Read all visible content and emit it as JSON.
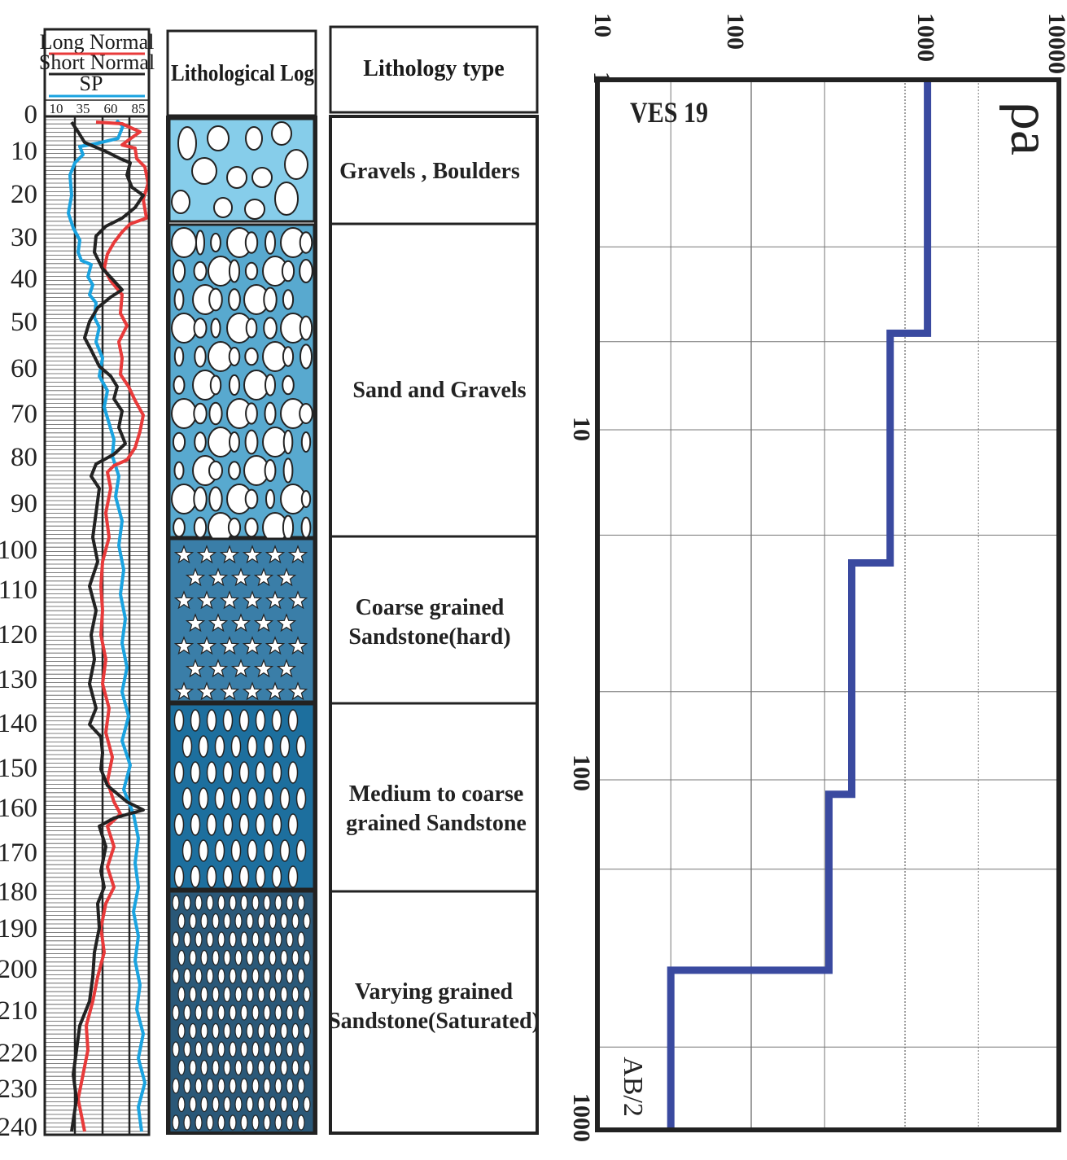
{
  "log_panel": {
    "legend": {
      "long_normal": "Long Normal",
      "short_normal": "Short Normal",
      "sp": "SP"
    },
    "scale_ticks": [
      "10",
      "35",
      "60",
      "85"
    ],
    "depth_labels": [
      "0",
      "10",
      "20",
      "30",
      "40",
      "50",
      "60",
      "70",
      "80",
      "90",
      "100",
      "110",
      "120",
      "130",
      "140",
      "150",
      "160",
      "170",
      "180",
      "190",
      "200",
      "210",
      "220",
      "230",
      "240"
    ],
    "colors": {
      "long_normal": "#e83a3a",
      "short_normal": "#222222",
      "sp": "#1aa3e0"
    }
  },
  "litho_log": {
    "title": "Lithological Log",
    "layers": [
      {
        "pattern": "boulders",
        "color": "#86cdea"
      },
      {
        "pattern": "sand-gravel",
        "color": "#58a9cf"
      },
      {
        "pattern": "stars",
        "color": "#3a7ea8"
      },
      {
        "pattern": "ovals",
        "color": "#1d6f9e"
      },
      {
        "pattern": "small-ovals",
        "color": "#2a5878"
      }
    ]
  },
  "litho_type": {
    "title": "Lithology type",
    "layers": [
      {
        "lines": [
          "Gravels , Boulders"
        ]
      },
      {
        "lines": [
          "Sand and Gravels"
        ]
      },
      {
        "lines": [
          "Coarse grained",
          "Sandstone(hard)"
        ]
      },
      {
        "lines": [
          "Medium to coarse",
          "grained Sandstone"
        ]
      },
      {
        "lines": [
          "Varying grained",
          "Sandstone(Saturated)"
        ]
      }
    ]
  },
  "ves": {
    "label": "VES 19",
    "rho_symbol": "ρa",
    "ab2_label": "AB/2",
    "resistivity_ticks": [
      "10",
      "100",
      "1000",
      "10000"
    ],
    "depth_ticks": [
      "1",
      "10",
      "100",
      "1000"
    ],
    "line_color": "#3a4aa0"
  },
  "chart_data": {
    "type": "line",
    "title": "VES 19",
    "xlabel": "ρa",
    "ylabel": "AB/2",
    "x_scale": "log",
    "y_scale": "log",
    "xlim": [
      10,
      10000
    ],
    "ylim": [
      1,
      1000
    ],
    "series": [
      {
        "x": [
          1400,
          1400,
          800,
          800,
          450,
          450,
          320,
          320,
          30,
          30
        ],
        "y": [
          1,
          5.3,
          5.3,
          24,
          24,
          110,
          110,
          350,
          350,
          1000
        ]
      }
    ]
  }
}
